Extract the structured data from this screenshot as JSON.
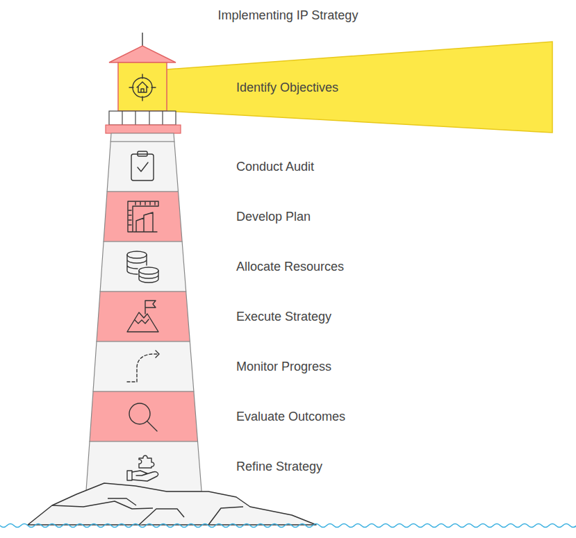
{
  "diagram": {
    "title": "Implementing IP Strategy",
    "nodes": [
      {
        "text": [
          "Identify Objectives"
        ]
      },
      {
        "text": [
          "Conduct Audit"
        ]
      },
      {
        "text": [
          "Develop Plan"
        ]
      },
      {
        "text": [
          "Allocate Resources"
        ]
      },
      {
        "text": [
          "Execute Strategy"
        ]
      },
      {
        "text": [
          "Monitor Progress"
        ]
      },
      {
        "text": [
          "Evaluate Outcomes"
        ]
      },
      {
        "text": [
          "Refine Strategy"
        ]
      }
    ]
  }
}
